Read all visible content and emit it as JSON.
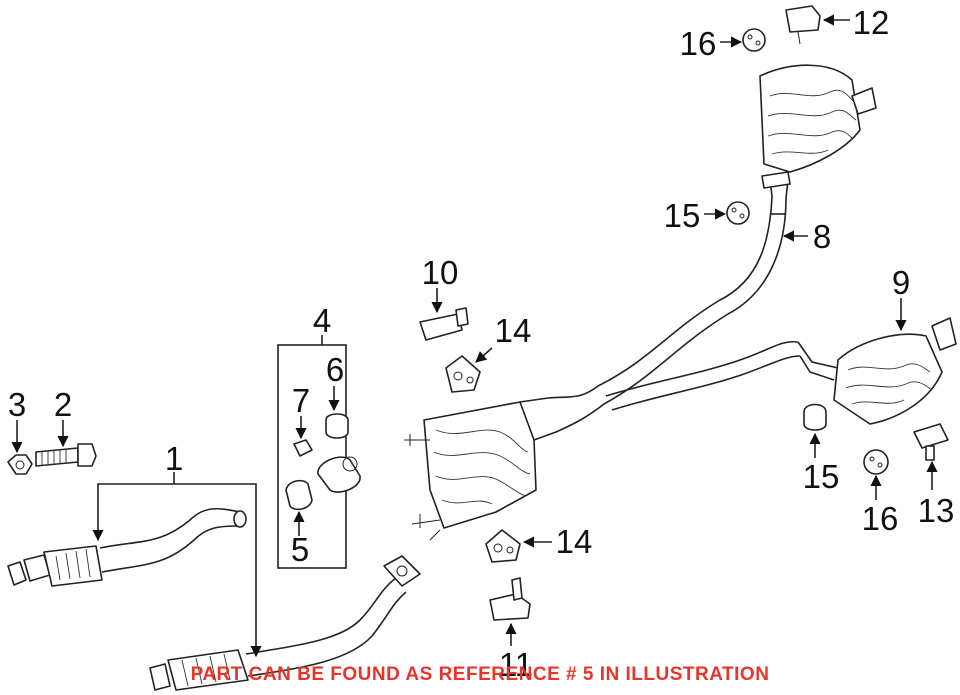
{
  "colors": {
    "note": "#e8352a",
    "line": "#222222",
    "background": "#ffffff"
  },
  "callouts": {
    "c1": "1",
    "c2": "2",
    "c3": "3",
    "c4": "4",
    "c5": "5",
    "c6": "6",
    "c7": "7",
    "c8": "8",
    "c9": "9",
    "c10": "10",
    "c11": "11",
    "c12": "12",
    "c13": "13",
    "c14a": "14",
    "c14b": "14",
    "c15a": "15",
    "c15b": "15",
    "c16a": "16",
    "c16b": "16"
  },
  "note": "PART CAN BE FOUND AS REFERENCE # 5 IN ILLUSTRATION"
}
